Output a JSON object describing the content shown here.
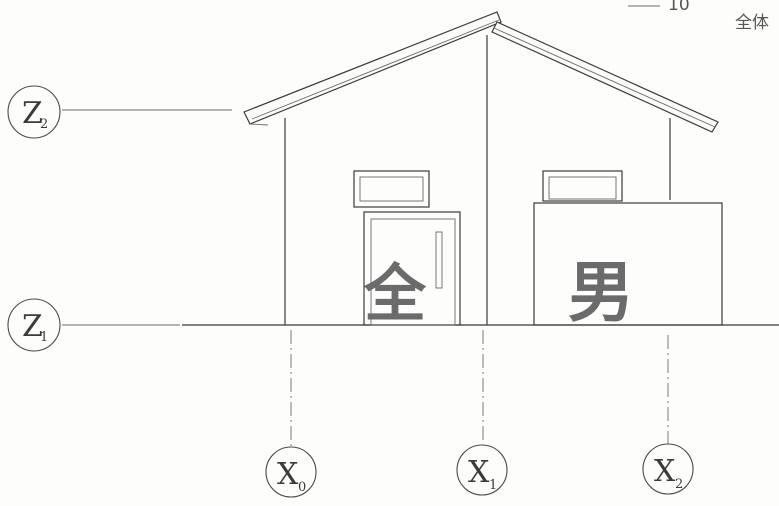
{
  "title_note": "全体",
  "corner_mark": "10",
  "levels": [
    {
      "letter": "Z",
      "sub": "2"
    },
    {
      "letter": "Z",
      "sub": "1"
    }
  ],
  "axes": [
    {
      "letter": "X",
      "sub": "0"
    },
    {
      "letter": "X",
      "sub": "1"
    },
    {
      "letter": "X",
      "sub": "2"
    }
  ],
  "door_left_char": "全",
  "door_right_char": "男"
}
